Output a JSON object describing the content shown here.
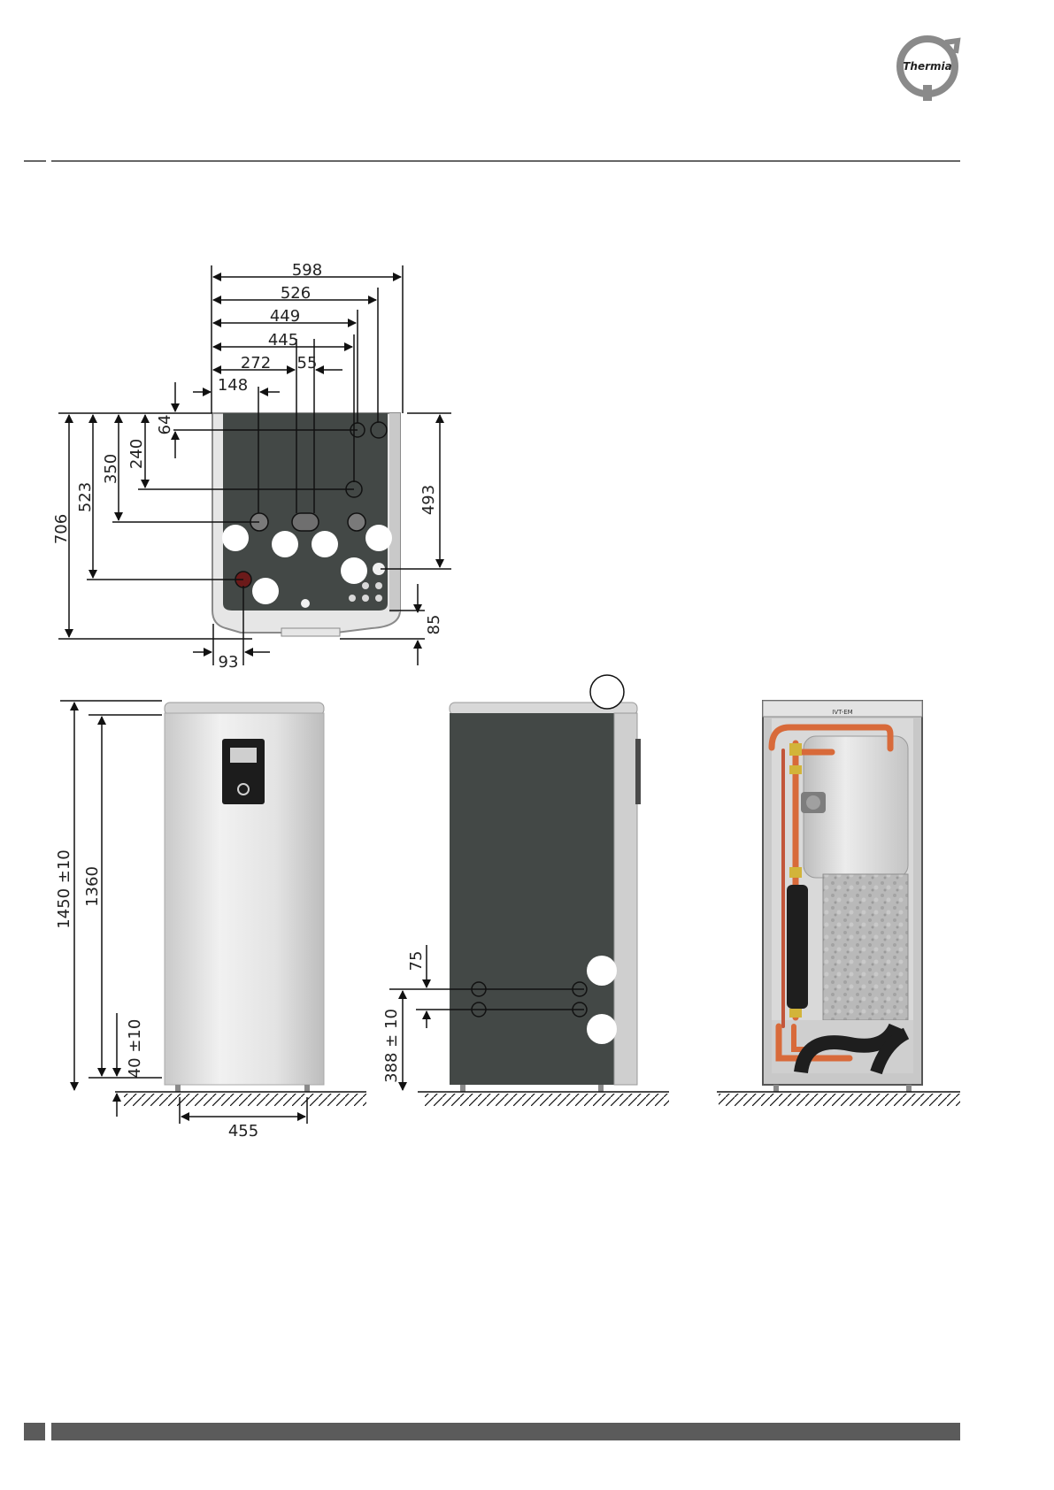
{
  "brand": {
    "name": "Thermia"
  },
  "colors": {
    "panel_dark": "#434846",
    "casing_light": "#dcdcdc",
    "casing_mid": "#bfbfbf",
    "pipe_copper": "#d86a3a",
    "insulation_black": "#1e1e1e",
    "accent_gray": "#5b5b5b"
  },
  "top_view": {
    "dimensions": {
      "d598": "598",
      "d526": "526",
      "d449": "449",
      "d445": "445",
      "d272": "272",
      "d55": "55",
      "d148": "148",
      "d64": "64",
      "d240": "240",
      "d350": "350",
      "d523": "523",
      "d706": "706",
      "d493": "493",
      "d85": "85",
      "d93": "93"
    }
  },
  "front_view": {
    "dimensions": {
      "height_total": "1450 ±10",
      "height_body": "1360",
      "foot": "40 ±10",
      "width": "455"
    }
  },
  "side_view": {
    "dimensions": {
      "spacing": "75",
      "height_connection": "388 ± 10"
    }
  },
  "inside_view": {
    "label_plate": "IVT-EM"
  }
}
